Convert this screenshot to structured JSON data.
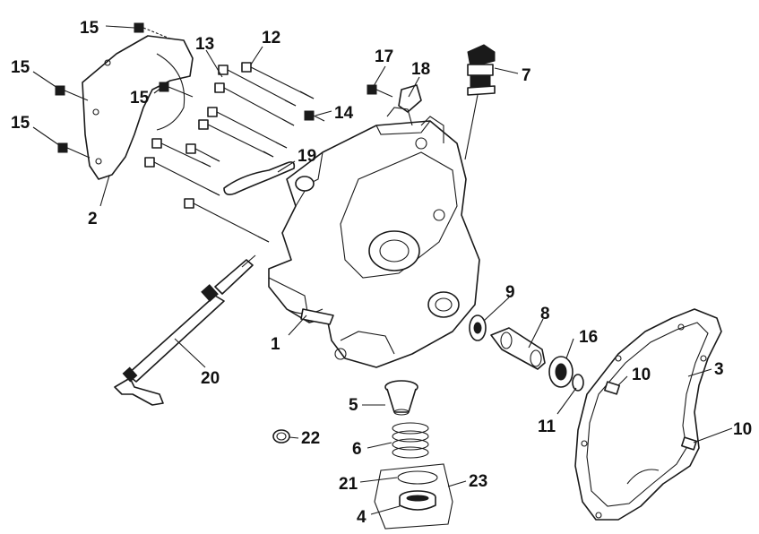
{
  "part_numbers": {
    "p1": "1",
    "p2": "2",
    "p3": "3",
    "p4": "4",
    "p5": "5",
    "p6": "6",
    "p7": "7",
    "p8": "8",
    "p9": "9",
    "p10a": "10",
    "p10b": "10",
    "p11": "11",
    "p12": "12",
    "p13": "13",
    "p14": "14",
    "p15a": "15",
    "p15b": "15",
    "p15c": "15",
    "p15d": "15",
    "p16": "16",
    "p17": "17",
    "p18": "18",
    "p19": "19",
    "p20": "20",
    "p21": "21",
    "p22": "22",
    "p23": "23"
  },
  "colors": {
    "line": "#1a1a1a",
    "background": "#ffffff"
  }
}
